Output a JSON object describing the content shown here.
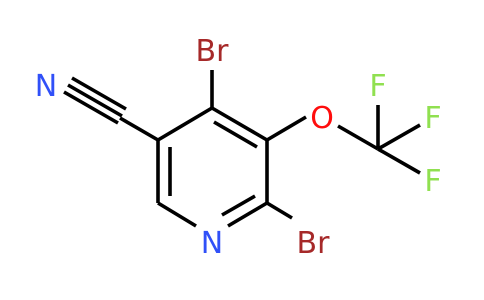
{
  "molecule": {
    "atoms": [
      {
        "id": "n_nitrile",
        "symbol": "N",
        "color": "#3050f8"
      },
      {
        "id": "br_top",
        "symbol": "Br",
        "color": "#a62929"
      },
      {
        "id": "o_ether",
        "symbol": "O",
        "color": "#ff0d0d"
      },
      {
        "id": "f_upper",
        "symbol": "F",
        "color": "#90e050"
      },
      {
        "id": "f_right",
        "symbol": "F",
        "color": "#90e050"
      },
      {
        "id": "f_lower",
        "symbol": "F",
        "color": "#90e050"
      },
      {
        "id": "n_ring",
        "symbol": "N",
        "color": "#3050f8"
      },
      {
        "id": "br_bottom",
        "symbol": "Br",
        "color": "#a62929"
      }
    ],
    "bond_color": "#000000"
  }
}
